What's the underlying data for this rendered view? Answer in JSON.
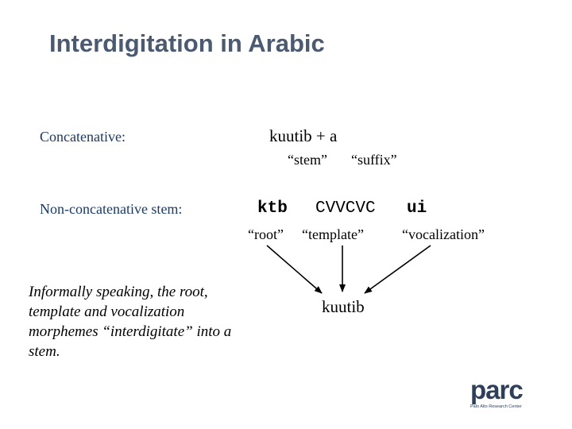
{
  "slide": {
    "title": "Interdigitation in Arabic",
    "concatenative": {
      "label": "Concatenative:",
      "form": "kuutib + a",
      "gloss_stem": "“stem”",
      "gloss_suffix": "“suffix”"
    },
    "nonconcatenative": {
      "label": "Non-concatenative stem:",
      "root": "ktb",
      "template": "CVVCVC",
      "vocalization": "ui",
      "gloss_root": "“root”",
      "gloss_template": "“template”",
      "gloss_vocalization": "“vocalization”"
    },
    "result": "kuutib",
    "note": "Informally speaking, the root, template and vocalization morphemes “interdigitate” into a stem.",
    "logo": {
      "word": "parc",
      "tagline": "Palo Alto Research Center"
    },
    "colors": {
      "title": "#4a5a73",
      "label": "#1a3a6a",
      "logo": "#2e3f5c"
    }
  }
}
